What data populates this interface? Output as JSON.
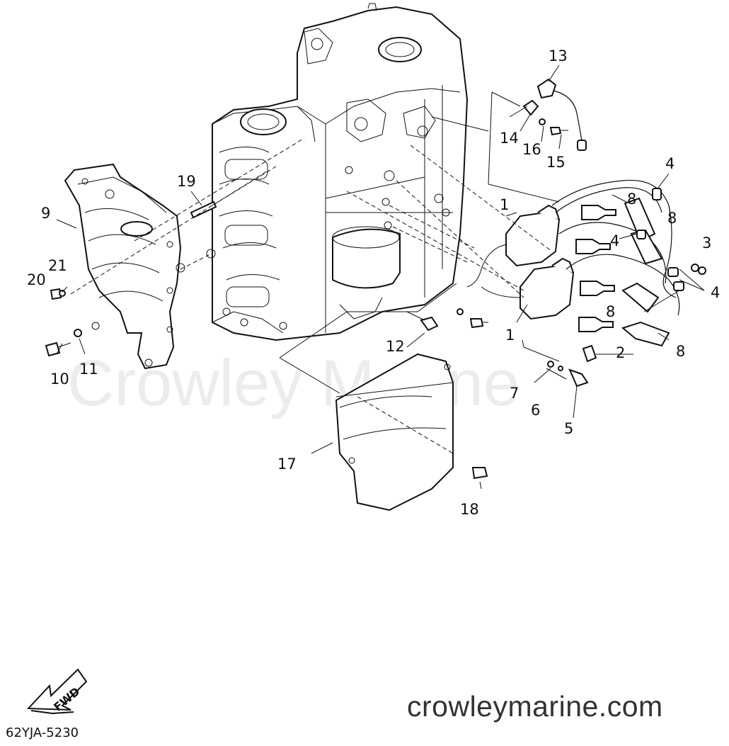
{
  "watermark": "Crowley Marine",
  "footer": {
    "url": "crowleymarine.com",
    "diagram_code": "62YJA-5230",
    "fwd_label": "FWD"
  },
  "parts": [
    {
      "id": "p1a",
      "label": "1"
    },
    {
      "id": "p1b",
      "label": "1"
    },
    {
      "id": "p2",
      "label": "2"
    },
    {
      "id": "p3",
      "label": "3"
    },
    {
      "id": "p4a",
      "label": "4"
    },
    {
      "id": "p4b",
      "label": "4"
    },
    {
      "id": "p4c",
      "label": "4"
    },
    {
      "id": "p5",
      "label": "5"
    },
    {
      "id": "p6",
      "label": "6"
    },
    {
      "id": "p7",
      "label": "7"
    },
    {
      "id": "p8a",
      "label": "8"
    },
    {
      "id": "p8b",
      "label": "8"
    },
    {
      "id": "p8c",
      "label": "8"
    },
    {
      "id": "p8d",
      "label": "8"
    },
    {
      "id": "p9",
      "label": "9"
    },
    {
      "id": "p10",
      "label": "10"
    },
    {
      "id": "p11",
      "label": "11"
    },
    {
      "id": "p12",
      "label": "12"
    },
    {
      "id": "p13",
      "label": "13"
    },
    {
      "id": "p14",
      "label": "14"
    },
    {
      "id": "p15",
      "label": "15"
    },
    {
      "id": "p16",
      "label": "16"
    },
    {
      "id": "p17",
      "label": "17"
    },
    {
      "id": "p18",
      "label": "18"
    },
    {
      "id": "p19",
      "label": "19"
    },
    {
      "id": "p20",
      "label": "20"
    },
    {
      "id": "p21",
      "label": "21"
    }
  ]
}
